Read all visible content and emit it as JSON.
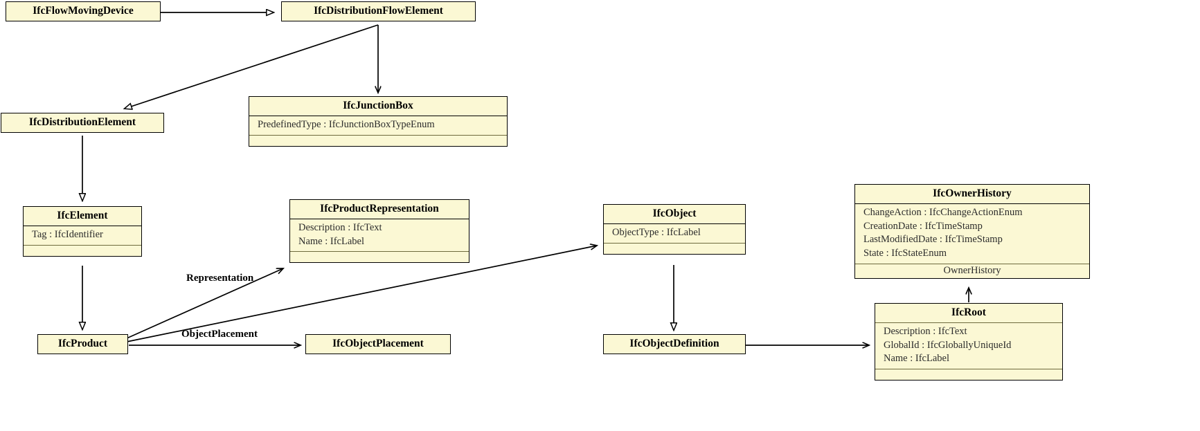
{
  "diagram": {
    "title": "IFC UML class diagram",
    "type": "uml-class-diagram",
    "colors": {
      "class_fill": "#fbf8d4",
      "class_border": "#000000",
      "compartment_separator": "#6e6a3d",
      "background": "#ffffff",
      "text": "#000000"
    }
  },
  "classes": [
    {
      "id": "IfcFlowMovingDevice",
      "name": "IfcFlowMovingDevice",
      "attributes": [],
      "assoc": []
    },
    {
      "id": "IfcDistributionFlowElement",
      "name": "IfcDistributionFlowElement",
      "attributes": [],
      "assoc": []
    },
    {
      "id": "IfcJunctionBox",
      "name": "IfcJunctionBox",
      "attributes": [
        "PredefinedType : IfcJunctionBoxTypeEnum"
      ],
      "assoc": []
    },
    {
      "id": "IfcDistributionElement",
      "name": "IfcDistributionElement",
      "attributes": [],
      "assoc": []
    },
    {
      "id": "IfcElement",
      "name": "IfcElement",
      "attributes": [
        "Tag : IfcIdentifier"
      ],
      "assoc": []
    },
    {
      "id": "IfcProductRepresentation",
      "name": "IfcProductRepresentation",
      "attributes": [
        "Description : IfcText",
        "Name : IfcLabel"
      ],
      "assoc": []
    },
    {
      "id": "IfcObject",
      "name": "IfcObject",
      "attributes": [
        "ObjectType : IfcLabel"
      ],
      "assoc": []
    },
    {
      "id": "IfcOwnerHistory",
      "name": "IfcOwnerHistory",
      "attributes": [
        "ChangeAction : IfcChangeActionEnum",
        "CreationDate : IfcTimeStamp",
        "LastModifiedDate : IfcTimeStamp",
        "State : IfcStateEnum"
      ],
      "assoc": [
        "OwnerHistory"
      ]
    },
    {
      "id": "IfcProduct",
      "name": "IfcProduct",
      "attributes": [],
      "assoc": []
    },
    {
      "id": "IfcObjectPlacement",
      "name": "IfcObjectPlacement",
      "attributes": [],
      "assoc": []
    },
    {
      "id": "IfcObjectDefinition",
      "name": "IfcObjectDefinition",
      "attributes": [],
      "assoc": []
    },
    {
      "id": "IfcRoot",
      "name": "IfcRoot",
      "attributes": [
        "Description : IfcText",
        "GlobalId : IfcGloballyUniqueId",
        "Name : IfcLabel"
      ],
      "assoc": []
    }
  ],
  "edge_labels": {
    "representation": "Representation",
    "object_placement": "ObjectPlacement"
  }
}
